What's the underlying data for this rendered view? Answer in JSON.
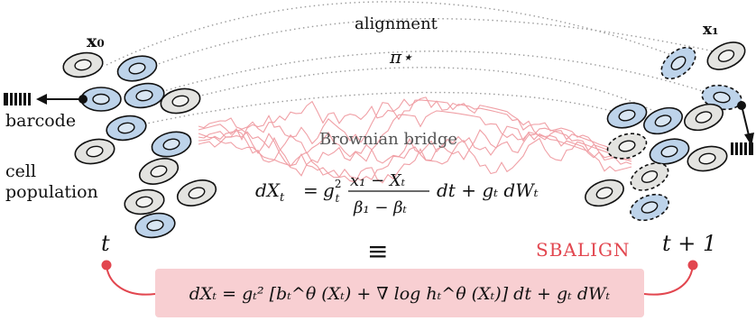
{
  "labels": {
    "x0": "x₀",
    "x1": "x₁",
    "alignment": "alignment",
    "pi_star": "π⋆",
    "barcode": "barcode",
    "cell": "cell",
    "population": "population",
    "brownian_bridge": "Brownian bridge",
    "t": "t",
    "t_plus_1": "t + 1",
    "equiv": "≡",
    "method": "SBALIGN"
  },
  "equations": {
    "bridge_lhs": "dX",
    "bridge_lhs_sub": "t",
    "bridge_eq": "=",
    "bridge_g": "g",
    "bridge_g_sub": "t",
    "bridge_g_sup": "2",
    "bridge_num": "x₁ − Xₜ",
    "bridge_den": "β₁ − βₜ",
    "bridge_tail": "dt + gₜ dWₜ",
    "main": "dXₜ = gₜ² [bₜ^θ (Xₜ) + ∇ log hₜ^θ (Xₜ)] dt + gₜ dWₜ"
  },
  "colors": {
    "accent_red": "#e2464f",
    "box_pink": "#f8cfd2",
    "cell_blue": "#bdd3ea",
    "cell_gray": "#e3e3e0",
    "nucleus_blue": "#d9e6f3",
    "path_red": "#f0a0a6",
    "dotted": "#9c9c9c"
  }
}
